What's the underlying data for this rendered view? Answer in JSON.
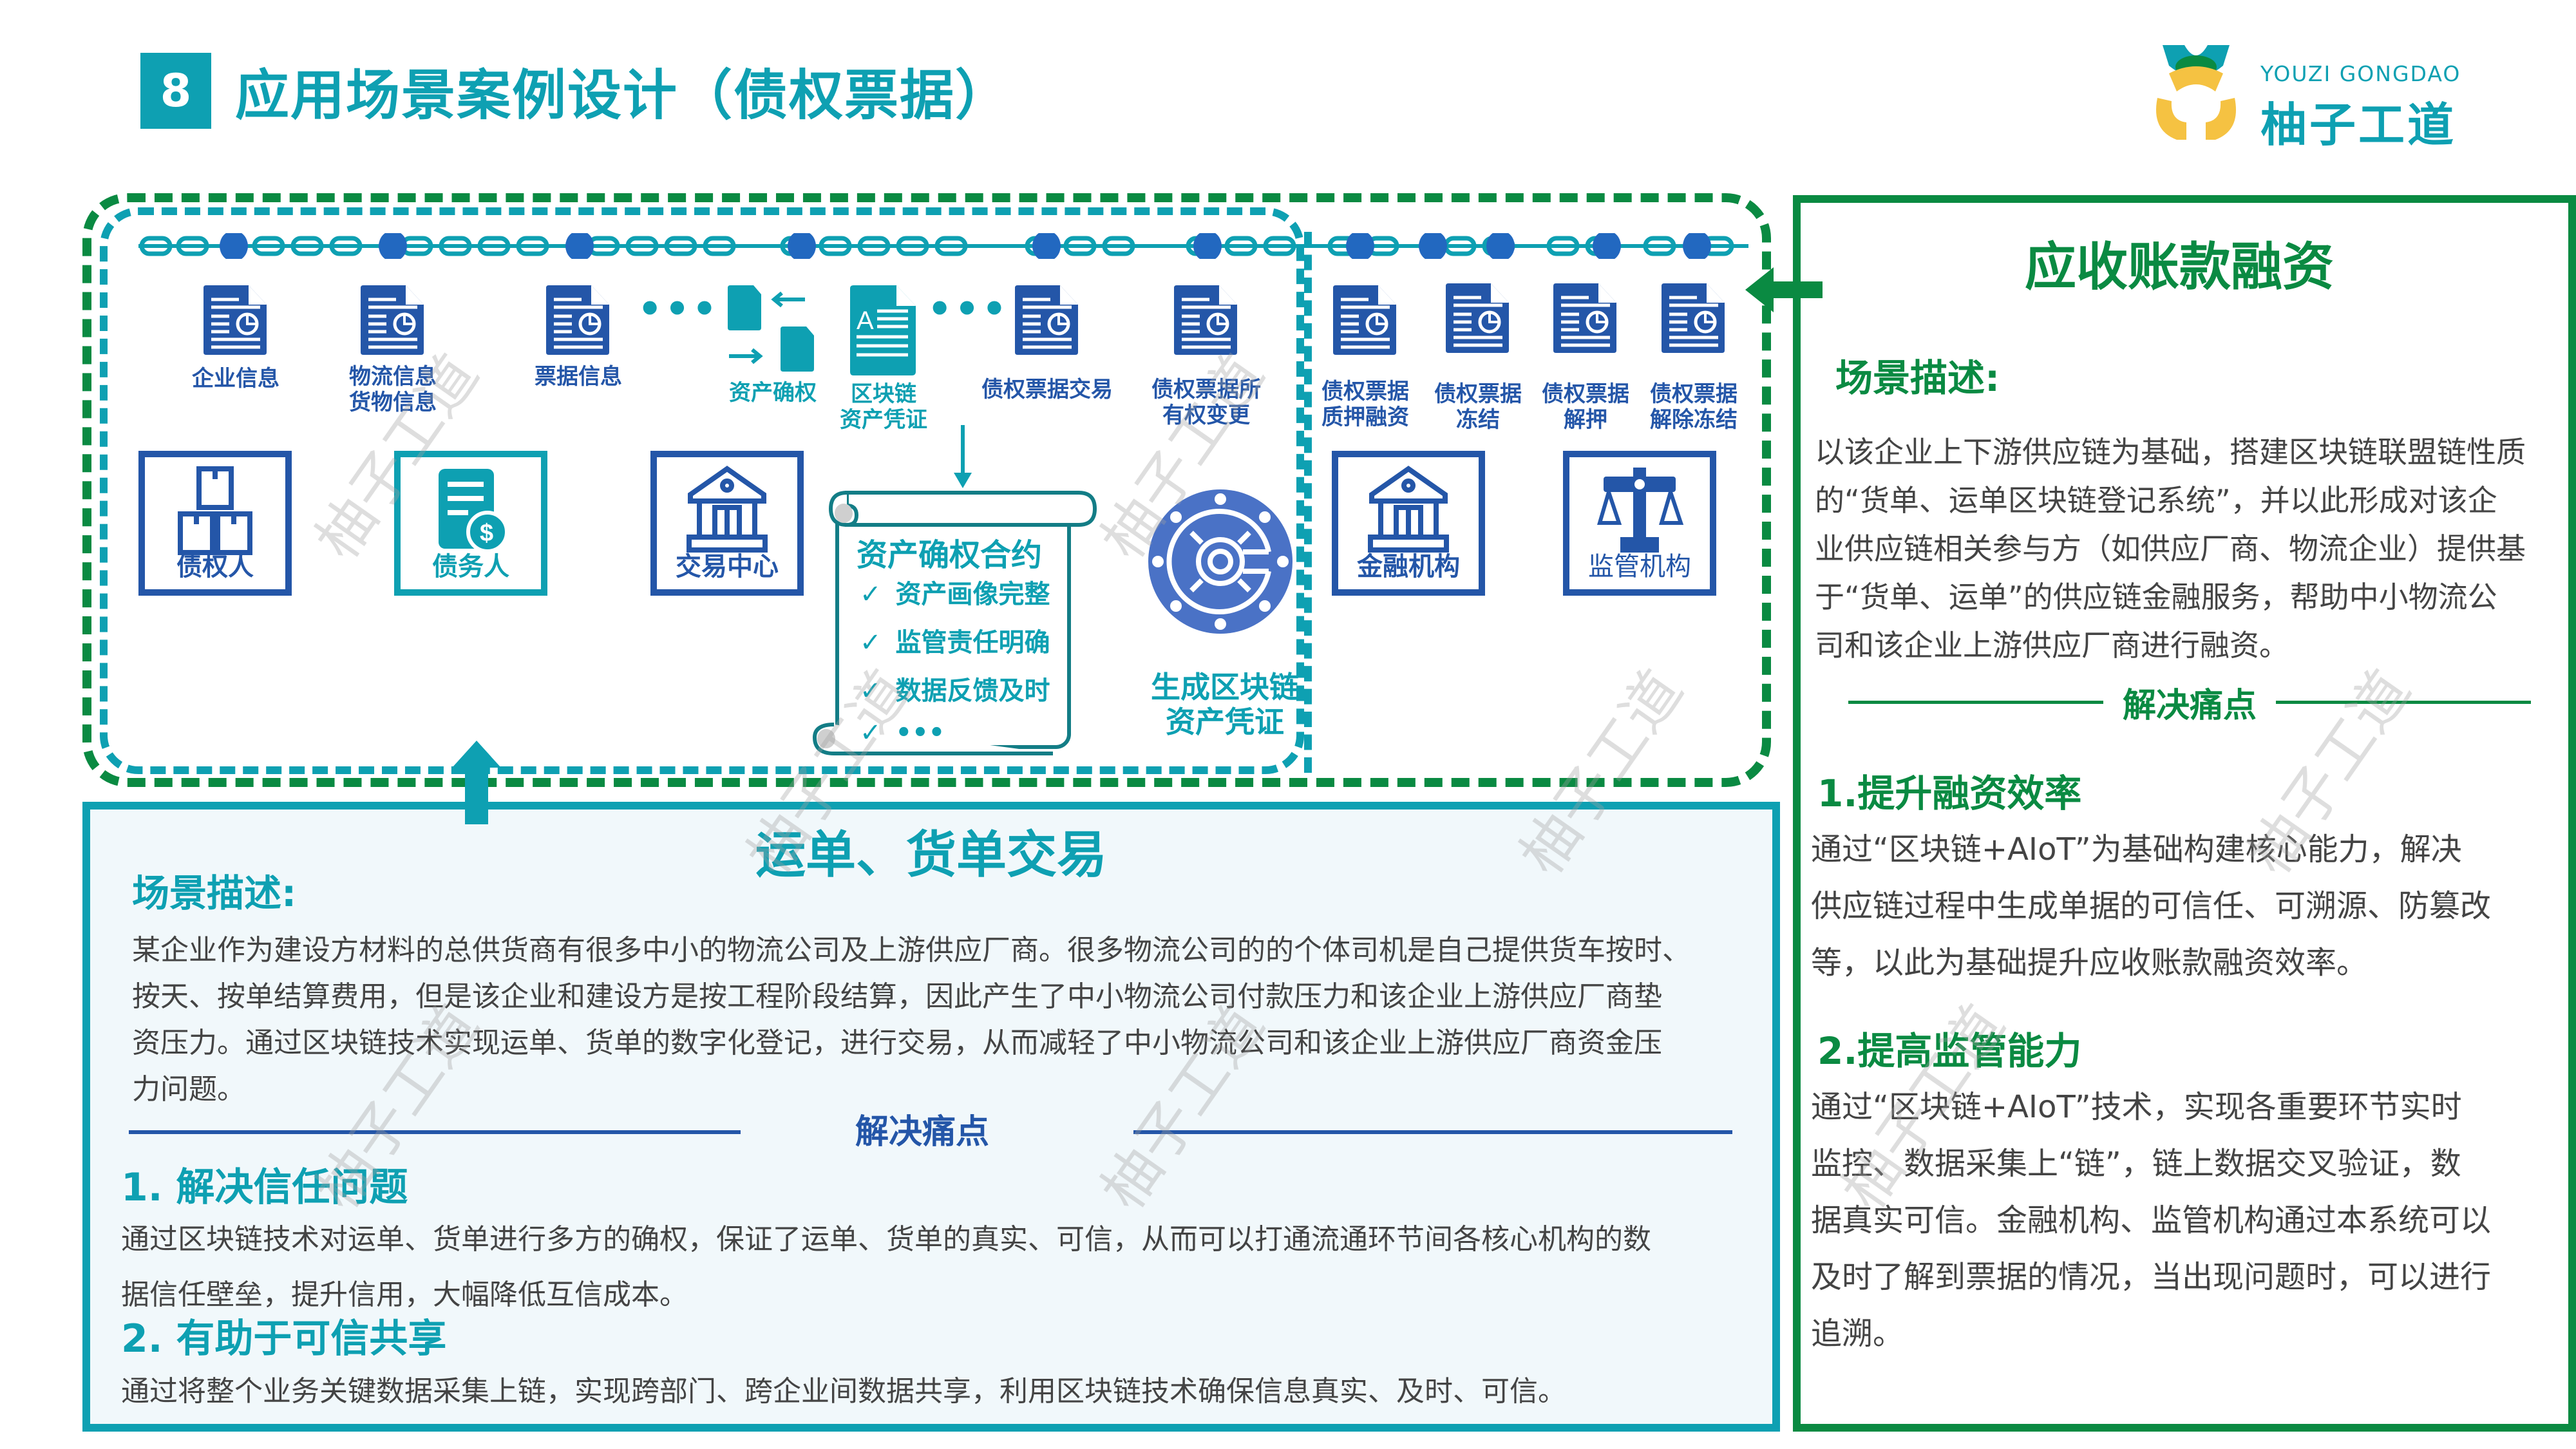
{
  "header": {
    "section_number": "8",
    "title": "应用场景案例设计（债权票据）"
  },
  "logo": {
    "en": "YOUZI GONGDAO",
    "cn": "柚子工道"
  },
  "diagram": {
    "docs_left": [
      {
        "label": "企业信息"
      },
      {
        "label_line1": "物流信息",
        "label_line2": "货物信息"
      },
      {
        "label": "票据信息"
      }
    ],
    "ellipsis": "•••",
    "asset_confirm": {
      "label": "资产确权"
    },
    "chain_cert": {
      "label_line1": "区块链",
      "label_line2": "资产凭证"
    },
    "docs_mid": [
      {
        "label": "债权票据交易"
      },
      {
        "label_line1": "债权票据所",
        "label_line2": "有权变更"
      }
    ],
    "docs_right": [
      {
        "label_line1": "债权票据",
        "label_line2": "质押融资"
      },
      {
        "label_line1": "债权票据",
        "label_line2": "冻结"
      },
      {
        "label_line1": "债权票据",
        "label_line2": "解押"
      },
      {
        "label_line1": "债权票据",
        "label_line2": "解除冻结"
      }
    ],
    "roles": [
      {
        "label": "债权人"
      },
      {
        "label": "债务人"
      },
      {
        "label": "交易中心"
      },
      {
        "label": "金融机构"
      },
      {
        "label": "监管机构"
      }
    ],
    "contract": {
      "title": "资产确权合约",
      "items": [
        "资产画像完整",
        "监管责任明确",
        "数据反馈及时",
        "•••"
      ],
      "check": "✓"
    },
    "vault_label_line1": "生成区块链",
    "vault_label_line2": "资产凭证"
  },
  "right_panel": {
    "title": "应收账款融资",
    "scene_label": "场景描述:",
    "scene_text": [
      "以该企业上下游供应链为基础，搭建区块链联盟链性质",
      "的“货单、运单区块链登记系统”，并以此形成对该企",
      "业供应链相关参与方（如供应厂商、物流企业）提供基",
      "于“货单、运单”的供应链金融服务，帮助中小物流公",
      "司和该企业上游供应厂商进行融资。"
    ],
    "pain_label": "解决痛点",
    "points": [
      {
        "heading": "1.提升融资效率",
        "lines": [
          "通过“区块链+AIoT”为基础构建核心能力，解决",
          "供应链过程中生成单据的可信任、可溯源、防篡改",
          "等，以此为基础提升应收账款融资效率。"
        ]
      },
      {
        "heading": "2.提高监管能力",
        "lines": [
          "通过“区块链+AIoT”技术，实现各重要环节实时",
          "监控、数据采集上“链”，链上数据交叉验证，数",
          "据真实可信。金融机构、监管机构通过本系统可以",
          "及时了解到票据的情况，当出现问题时，可以进行",
          "追溯。"
        ]
      }
    ]
  },
  "bottom_panel": {
    "title": "运单、货单交易",
    "scene_label": "场景描述:",
    "scene_text": [
      "某企业作为建设方材料的总供货商有很多中小的物流公司及上游供应厂商。很多物流公司的的个体司机是自己提供货车按时、",
      "按天、按单结算费用，但是该企业和建设方是按工程阶段结算，因此产生了中小物流公司付款压力和该企业上游供应厂商垫",
      "资压力。通过区块链技术实现运单、货单的数字化登记，进行交易，从而减轻了中小物流公司和该企业上游供应厂商资金压",
      "力问题。"
    ],
    "pain_label": "解决痛点",
    "points": [
      {
        "heading": "1. 解决信任问题",
        "lines": [
          "通过区块链技术对运单、货单进行多方的确权，保证了运单、货单的真实、可信，从而可以打通流通环节间各核心机构的数",
          "据信任壁垒，提升信用，大幅降低互信成本。"
        ]
      },
      {
        "heading": "2. 有助于可信共享",
        "lines": [
          "通过将整个业务关键数据采集上链，实现跨部门、跨企业间数据共享，利用区块链技术确保信息真实、及时、可信。"
        ]
      }
    ]
  },
  "watermark": "柚子工道",
  "colors": {
    "teal": "#0ea0b2",
    "blue": "#2456a8",
    "green": "#0a8a42",
    "vault": "#4a72c6",
    "logo_yellow": "#f5c242"
  }
}
